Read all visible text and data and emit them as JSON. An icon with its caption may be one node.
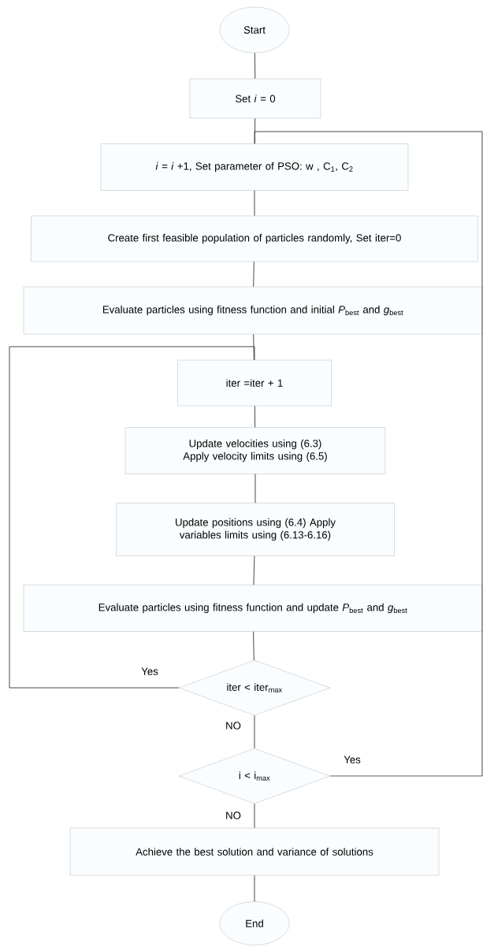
{
  "diagram": {
    "nodes": [
      {
        "text": [
          "Start"
        ]
      },
      {
        "text": [
          "Set *i* = 0"
        ]
      },
      {
        "text": [
          "*i* = *i* +1, Set parameter of PSO: w , C$_{1}$, C$_{2}$"
        ]
      },
      {
        "text": [
          "Create first feasible population of particles randomly, Set iter=0"
        ]
      },
      {
        "text": [
          "Evaluate particles using fitness function and initial *P*$_{best}$ and *g*$_{best}$"
        ]
      },
      {
        "text": [
          "iter =iter + 1"
        ]
      },
      {
        "text": [
          "Update velocities using (6.3) Apply velocity limits using (6.5)"
        ]
      },
      {
        "text": [
          "Update positions using (6.4) Apply variables limits using (6.13-6.16)"
        ]
      },
      {
        "text": [
          "Evaluate particles using fitness function and update *P*$_{best}$ and *g*$_{best}$"
        ]
      },
      {
        "text": [
          "iter < iter$_{max}$"
        ]
      },
      {
        "text": [
          "i < i$_{max}$"
        ]
      },
      {
        "text": [
          "Achieve the best solution and variance of solutions"
        ]
      },
      {
        "text": [
          "End"
        ]
      }
    ],
    "edges": [
      {
        "from": 0,
        "to": 1,
        "arrow": "none"
      },
      {
        "from": 1,
        "to": 2,
        "arrow": "none"
      },
      {
        "from": 2,
        "to": 3,
        "arrow": "none"
      },
      {
        "from": 3,
        "to": 4,
        "arrow": "none"
      },
      {
        "from": 4,
        "to": 5,
        "arrow": "none"
      },
      {
        "from": 5,
        "to": 6,
        "arrow": "none"
      },
      {
        "from": 6,
        "to": 7,
        "arrow": "none"
      },
      {
        "from": 7,
        "to": 8,
        "arrow": "none"
      },
      {
        "from": 8,
        "to": 9,
        "arrow": "none"
      },
      {
        "from": 9,
        "to": 5,
        "arrow": "none",
        "label": "Yes"
      },
      {
        "from": 9,
        "to": 10,
        "arrow": "none",
        "label": "NO"
      },
      {
        "from": 10,
        "to": 2,
        "arrow": "none",
        "label": "Yes"
      },
      {
        "from": 10,
        "to": 11,
        "arrow": "none",
        "label": "NO"
      },
      {
        "from": 11,
        "to": 12,
        "arrow": "none"
      }
    ]
  }
}
